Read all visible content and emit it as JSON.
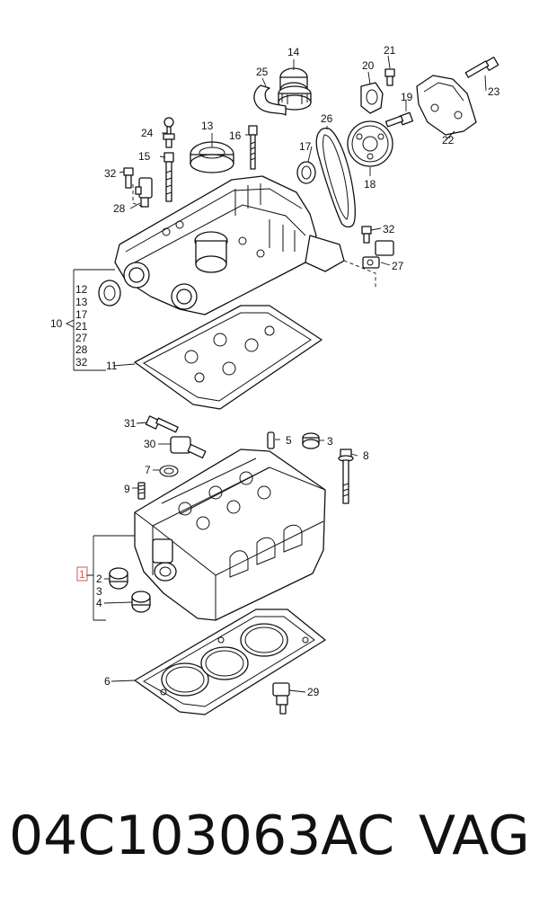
{
  "diagram": {
    "callouts": [
      "14",
      "21",
      "25",
      "20",
      "23",
      "24",
      "13",
      "16",
      "26",
      "19",
      "22",
      "17",
      "15",
      "32",
      "18",
      "28",
      "32",
      "27",
      "11",
      "31",
      "5",
      "3",
      "30",
      "8",
      "7",
      "9",
      "2",
      "4",
      "6",
      "29"
    ],
    "bracket_upper": {
      "label": "10",
      "items": [
        "12",
        "13",
        "17",
        "21",
        "27",
        "28",
        "32"
      ]
    },
    "bracket_lower": {
      "label": "1",
      "items": [
        "2",
        "3",
        "4"
      ],
      "highlight_color": "#e05555"
    }
  },
  "footer": {
    "part_number": "04C103063AC",
    "brand": "VAG"
  }
}
